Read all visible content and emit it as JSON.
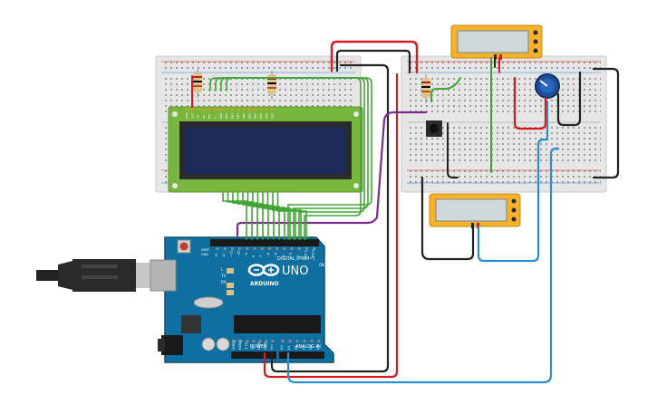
{
  "canvas": {
    "background": "#ffffff"
  },
  "colors": {
    "breadboard": "#e6e6e6",
    "arduino": "#0f6fa1",
    "lcd_pcb": "#79b63d",
    "lcd_screen": "#1d2a5a",
    "multimeter": "#f5b22a",
    "wire_red": "#d71920",
    "wire_black": "#222222",
    "wire_green": "#41a535",
    "wire_purple": "#7b2a8d",
    "wire_blue": "#2a8fd0",
    "potentiometer": "#1e4f9a"
  },
  "arduino": {
    "brand": "ARDUINO",
    "model": "UNO",
    "digital_label": "DIGITAL (PWM~)",
    "power_label": "POWER",
    "analog_label": "ANALOG IN",
    "tx_label": "TX",
    "rx_label": "RX",
    "l_label": "L",
    "on_label": "ON",
    "aref_label": "AREF",
    "gnd_label": "GND",
    "power_pins": [
      "IOREF",
      "RESET",
      "3.3V",
      "5V",
      "GND",
      "GND",
      "Vin"
    ],
    "analog_pins": [
      "A0",
      "A1",
      "A2",
      "A3",
      "A4",
      "A5"
    ],
    "digital_pins": [
      "13",
      "12",
      "~11",
      "~10",
      "~9",
      "8",
      "7",
      "~6",
      "~5",
      "4",
      "~3",
      "2",
      "TX 1",
      "RX 0"
    ]
  },
  "lcd": {
    "pin_labels": [
      "GND",
      "VCC",
      "V0",
      "RS",
      "RW",
      "E",
      "DB0",
      "DB1",
      "DB2",
      "DB3",
      "DB4",
      "DB5",
      "DB6",
      "DB7",
      "LED",
      "LED"
    ]
  },
  "icons": {
    "usb": "usb-plug-icon",
    "barrel": "dc-barrel-jack-icon",
    "reset": "reset-button-icon",
    "logo": "arduino-infinity-logo-icon"
  }
}
